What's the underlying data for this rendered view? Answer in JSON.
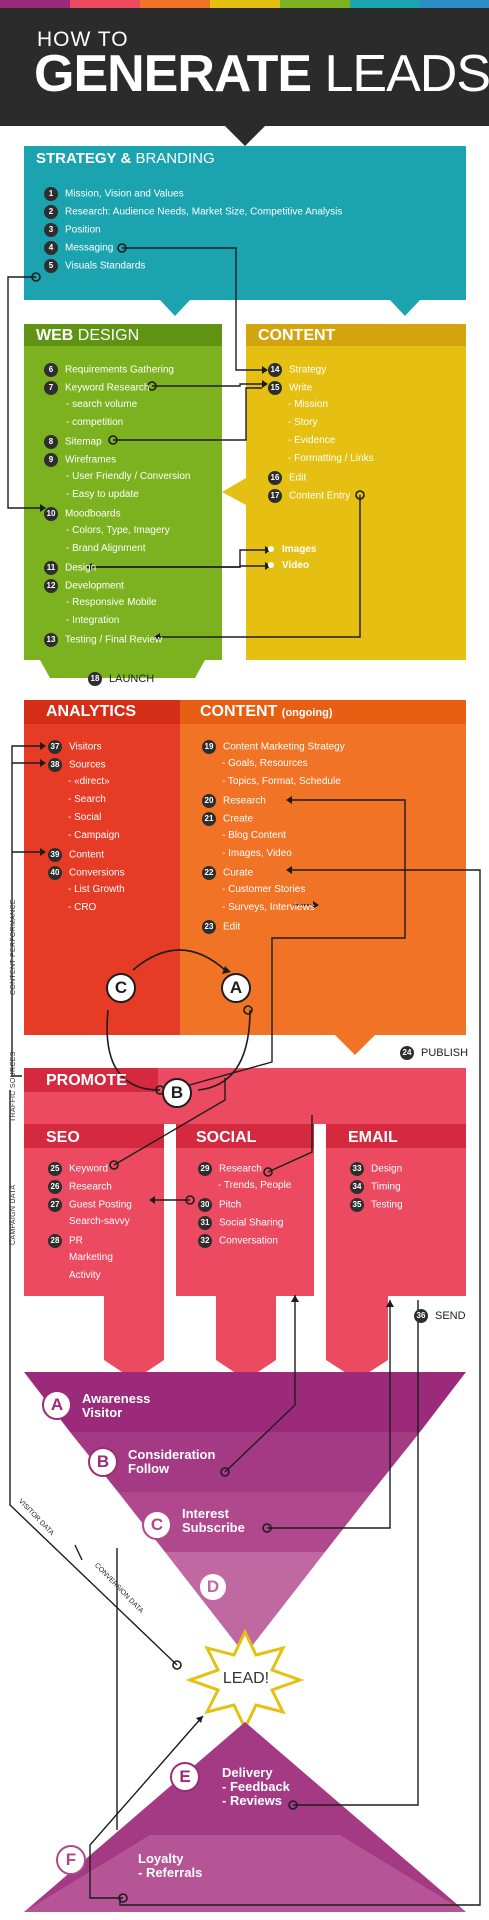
{
  "header": {
    "line1": "HOW TO",
    "line2_bold": "GENERATE",
    "line2_thin": "LEADS"
  },
  "colors": {
    "strategy": "#1ba3b0",
    "webdesign": "#7cb21f",
    "content": "#e5c012",
    "analytics": "#e63b24",
    "content_ongoing": "#f07326",
    "promote": "#ec4a60",
    "funnel_dark": "#9c2a7a",
    "funnel_mid": "#b0488e",
    "funnel_light": "#c06aa3"
  },
  "strategy": {
    "title_bold": "STRATEGY &",
    "title_thin": "BRANDING",
    "items": [
      {
        "n": "1",
        "label": "Mission, Vision and Values"
      },
      {
        "n": "2",
        "label": "Research: Audience Needs, Market Size, Competitive Analysis"
      },
      {
        "n": "3",
        "label": "Position"
      },
      {
        "n": "4",
        "label": "Messaging"
      },
      {
        "n": "5",
        "label": "Visuals Standards"
      }
    ]
  },
  "webdesign": {
    "title_bold": "WEB",
    "title_thin": "DESIGN",
    "items": [
      {
        "n": "6",
        "label": "Requirements Gathering"
      },
      {
        "n": "7",
        "label": "Keyword Research"
      },
      {
        "n": "",
        "label": "- search volume"
      },
      {
        "n": "",
        "label": "- competition"
      },
      {
        "n": "8",
        "label": "Sitemap"
      },
      {
        "n": "9",
        "label": "Wireframes"
      },
      {
        "n": "",
        "label": "- User Friendly / Conversion"
      },
      {
        "n": "",
        "label": "- Easy to update"
      },
      {
        "n": "10",
        "label": "Moodboards"
      },
      {
        "n": "",
        "label": "- Colors, Type, Imagery"
      },
      {
        "n": "",
        "label": "- Brand Alignment"
      },
      {
        "n": "11",
        "label": "Design"
      },
      {
        "n": "12",
        "label": "Development"
      },
      {
        "n": "",
        "label": "- Responsive Mobile"
      },
      {
        "n": "",
        "label": "- Integration"
      },
      {
        "n": "13",
        "label": "Testing / Final Review"
      }
    ]
  },
  "content": {
    "title": "CONTENT",
    "items": [
      {
        "n": "14",
        "label": "Strategy"
      },
      {
        "n": "15",
        "label": "Write"
      },
      {
        "n": "",
        "label": "- Mission"
      },
      {
        "n": "",
        "label": "- Story"
      },
      {
        "n": "",
        "label": "- Evidence"
      },
      {
        "n": "",
        "label": "- Formatting / Links"
      },
      {
        "n": "16",
        "label": "Edit"
      },
      {
        "n": "17",
        "label": "Content Entry"
      }
    ],
    "images_label": "Images",
    "video_label": "Video"
  },
  "launch": {
    "n": "18",
    "label": "LAUNCH"
  },
  "analytics": {
    "title": "ANALYTICS",
    "items": [
      {
        "n": "37",
        "label": "Visitors"
      },
      {
        "n": "38",
        "label": "Sources"
      },
      {
        "n": "",
        "label": "- «direct»"
      },
      {
        "n": "",
        "label": "- Search"
      },
      {
        "n": "",
        "label": "- Social"
      },
      {
        "n": "",
        "label": "- Campaign"
      },
      {
        "n": "39",
        "label": "Content"
      },
      {
        "n": "40",
        "label": "Conversions"
      },
      {
        "n": "",
        "label": "- List Growth"
      },
      {
        "n": "",
        "label": "- CRO"
      }
    ],
    "cycle_c": "C",
    "cycle_a": "A"
  },
  "content_ongoing": {
    "title_bold": "CONTENT",
    "title_thin": "(ongoing)",
    "items": [
      {
        "n": "19",
        "label": "Content Marketing Strategy"
      },
      {
        "n": "",
        "label": "- Goals, Resources"
      },
      {
        "n": "",
        "label": "- Topics, Format, Schedule"
      },
      {
        "n": "20",
        "label": "Research"
      },
      {
        "n": "21",
        "label": "Create"
      },
      {
        "n": "",
        "label": "- Blog Content"
      },
      {
        "n": "",
        "label": "- Images, Video"
      },
      {
        "n": "22",
        "label": "Curate"
      },
      {
        "n": "",
        "label": "- Customer Stories"
      },
      {
        "n": "",
        "label": "- Surveys, Interviews"
      },
      {
        "n": "23",
        "label": "Edit"
      }
    ]
  },
  "publish": {
    "n": "24",
    "label": "PUBLISH"
  },
  "promote": {
    "title": "PROMOTE",
    "b": "B"
  },
  "seo": {
    "title": "SEO",
    "items": [
      {
        "n": "25",
        "label": "Keyword"
      },
      {
        "n": "26",
        "label": "Research"
      },
      {
        "n": "27",
        "label": "Guest Posting"
      },
      {
        "n": "",
        "label": "Search-savvy"
      },
      {
        "n": "28",
        "label": "PR"
      },
      {
        "n": "",
        "label": "Marketing"
      },
      {
        "n": "",
        "label": "Activity"
      }
    ]
  },
  "social": {
    "title": "SOCIAL",
    "items": [
      {
        "n": "29",
        "label": "Research"
      },
      {
        "n": "",
        "label": "- Trends, People"
      },
      {
        "n": "30",
        "label": "Pitch"
      },
      {
        "n": "31",
        "label": "Social Sharing"
      },
      {
        "n": "32",
        "label": "Conversation"
      }
    ]
  },
  "email": {
    "title": "EMAIL",
    "items": [
      {
        "n": "33",
        "label": "Design"
      },
      {
        "n": "34",
        "label": "Timing"
      },
      {
        "n": "35",
        "label": "Testing"
      }
    ]
  },
  "send": {
    "n": "36",
    "label": "SEND"
  },
  "side_labels": {
    "content_performance": "CONTENT PERFORMANCE",
    "traffic_sources": "TRAFFIC SOURCES",
    "campaign_data": "CAMPAIGN DATA",
    "visitor_data": "VISITOR DATA",
    "conversion_data": "CONVERSION DATA"
  },
  "funnel": {
    "a": {
      "letter": "A",
      "line1": "Awareness",
      "line2": "Visitor"
    },
    "b": {
      "letter": "B",
      "line1": "Consideration",
      "line2": "Follow"
    },
    "c": {
      "letter": "C",
      "line1": "Interest",
      "line2": "Subscribe"
    },
    "d": {
      "letter": "D"
    }
  },
  "lead": "LEAD!",
  "post": {
    "e": {
      "letter": "E",
      "line1": "Delivery",
      "line2": "- Feedback",
      "line3": "- Reviews"
    },
    "f": {
      "letter": "F",
      "line1": "Loyalty",
      "line2": "- Referrals"
    }
  }
}
